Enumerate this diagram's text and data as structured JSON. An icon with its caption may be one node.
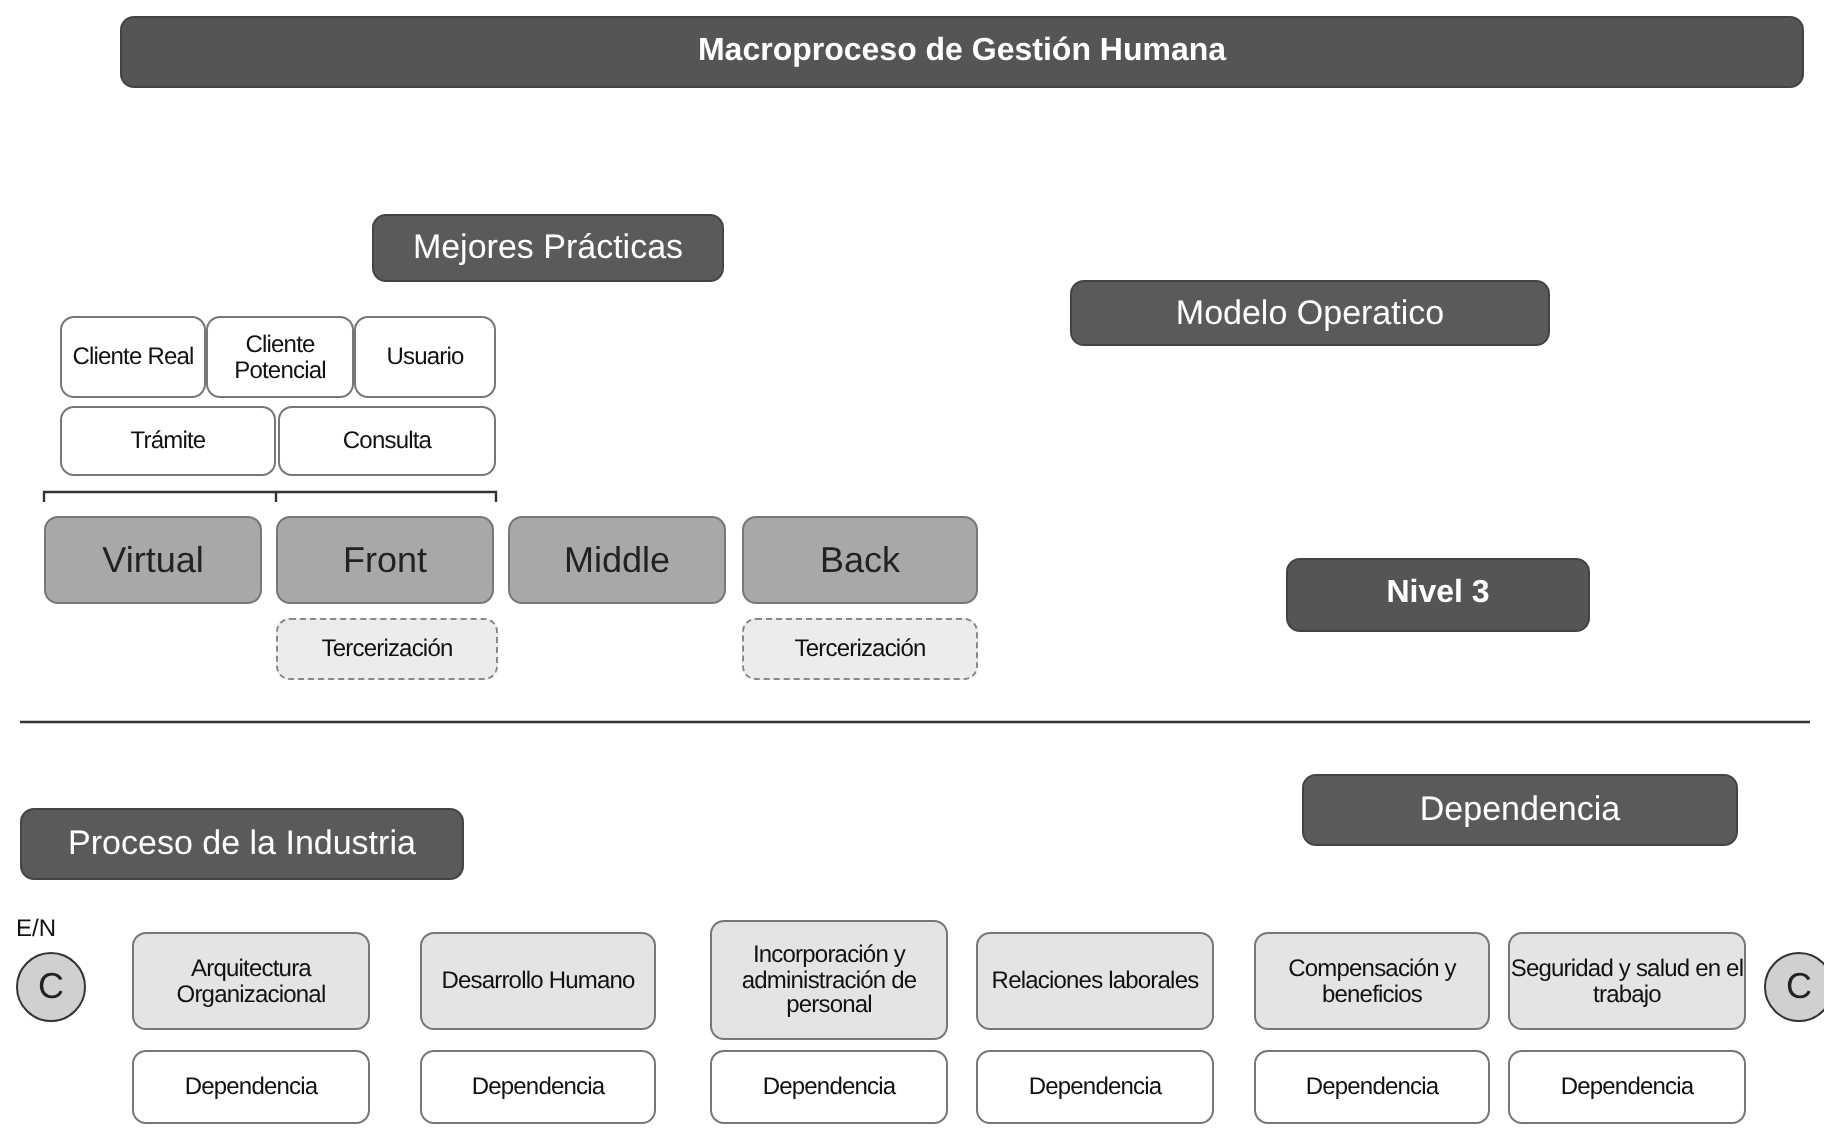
{
  "diagram": {
    "nodes": [
      {
        "text": [
          "Macroproceso de Gestión Humana"
        ]
      },
      {
        "text": [
          "Mejores Prácticas"
        ]
      },
      {
        "text": [
          "Modelo Operatico"
        ]
      },
      {
        "text": [
          "Cliente Real"
        ]
      },
      {
        "text": [
          "Cliente Potencial"
        ]
      },
      {
        "text": [
          "Usuario"
        ]
      },
      {
        "text": [
          "Trámite"
        ]
      },
      {
        "text": [
          "Consulta"
        ]
      },
      {
        "text": [
          "Virtual"
        ]
      },
      {
        "text": [
          "Front"
        ]
      },
      {
        "text": [
          "Middle"
        ]
      },
      {
        "text": [
          "Back"
        ]
      },
      {
        "text": [
          "Tercerización"
        ]
      },
      {
        "text": [
          "Tercerización"
        ]
      },
      {
        "text": [
          "Nivel 3"
        ]
      },
      {
        "text": [
          "Dependencia"
        ]
      },
      {
        "text": [
          "Proceso de la Industria"
        ]
      },
      {
        "text": [
          "C"
        ],
        "beside": [
          "E/N"
        ]
      },
      {
        "text": [
          "Arquitectura Organizacional"
        ]
      },
      {
        "text": [
          "Desarrollo Humano"
        ]
      },
      {
        "text": [
          "Incorporación y administración de personal"
        ]
      },
      {
        "text": [
          "Relaciones laborales"
        ]
      },
      {
        "text": [
          "Compensación y beneficios"
        ]
      },
      {
        "text": [
          "Seguridad y salud en el trabajo"
        ]
      },
      {
        "text": [
          "C"
        ]
      },
      {
        "text": [
          "Dependencia"
        ]
      },
      {
        "text": [
          "Dependencia"
        ]
      },
      {
        "text": [
          "Dependencia"
        ]
      },
      {
        "text": [
          "Dependencia"
        ]
      },
      {
        "text": [
          "Dependencia"
        ]
      },
      {
        "text": [
          "Dependencia"
        ]
      }
    ]
  }
}
